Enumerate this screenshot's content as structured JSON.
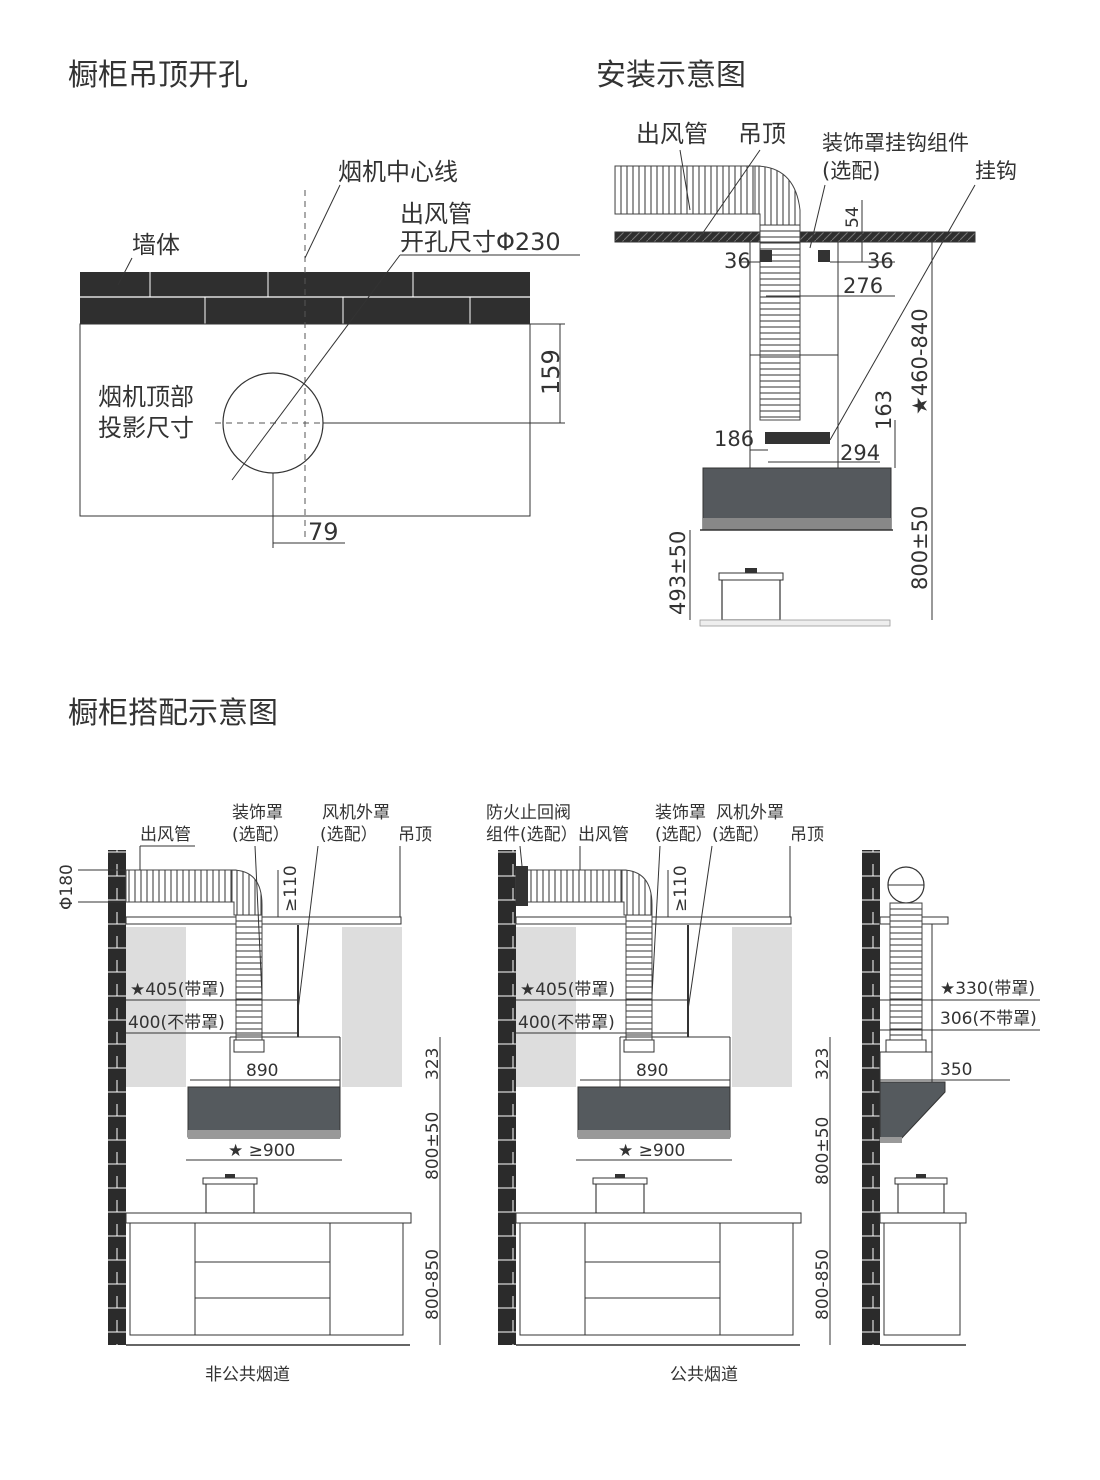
{
  "sections": {
    "hole": {
      "title": "橱柜吊顶开孔",
      "center_line": "烟机中心线",
      "wall": "墙体",
      "duct_label_1": "出风管",
      "duct_label_2": "开孔尺寸Φ230",
      "proj_label_1": "烟机顶部",
      "proj_label_2": "投影尺寸",
      "dim_159": "159",
      "dim_79": "79"
    },
    "install": {
      "title": "安装示意图",
      "duct": "出风管",
      "ceiling": "吊顶",
      "hook_assembly_1": "装饰罩挂钩组件",
      "hook_assembly_2": "(选配)",
      "hook": "挂钩",
      "dim_54": "54",
      "dim_36_left": "36",
      "dim_36_right": "36",
      "dim_276": "276",
      "dim_460_840": "★460-840",
      "dim_163": "163",
      "dim_186": "186",
      "dim_294": "294",
      "dim_800_50": "800±50",
      "dim_493_50": "493±50"
    },
    "cabinet": {
      "title": "橱柜搭配示意图",
      "left": {
        "duct": "出风管",
        "cover_1": "装饰罩",
        "cover_2": "(选配）",
        "fan_cover_1": "风机外罩",
        "fan_cover_2": "(选配）",
        "ceiling": "吊顶",
        "phi180": "Φ180",
        "ge110": "≥110",
        "dim_405": "★405(带罩)",
        "dim_400": "400(不带罩)",
        "dim_890": "890",
        "dim_323": "323",
        "dim_900": "★ ≥900",
        "dim_800_50": "800±50",
        "dim_800_850": "800-850",
        "caption": "非公共烟道"
      },
      "middle": {
        "valve_1": "防火止回阀",
        "valve_2": "组件(选配）",
        "duct": "出风管",
        "cover_1": "装饰罩",
        "cover_2": "(选配）",
        "fan_cover_1": "风机外罩",
        "fan_cover_2": "(选配）",
        "ceiling": "吊顶",
        "ge110": "≥110",
        "dim_405": "★405(带罩)",
        "dim_400": "400(不带罩)",
        "dim_890": "890",
        "dim_323": "323",
        "dim_900": "★ ≥900",
        "dim_800_50": "800±50",
        "dim_800_850": "800-850",
        "caption": "公共烟道"
      },
      "right": {
        "dim_330": "★330(带罩)",
        "dim_306": "306(不带罩)",
        "dim_350": "350"
      }
    }
  },
  "colors": {
    "brick": "#2b2b2b",
    "hood": "#555a5e",
    "cabinet_grey": "#dddddd",
    "line": "#333333"
  }
}
